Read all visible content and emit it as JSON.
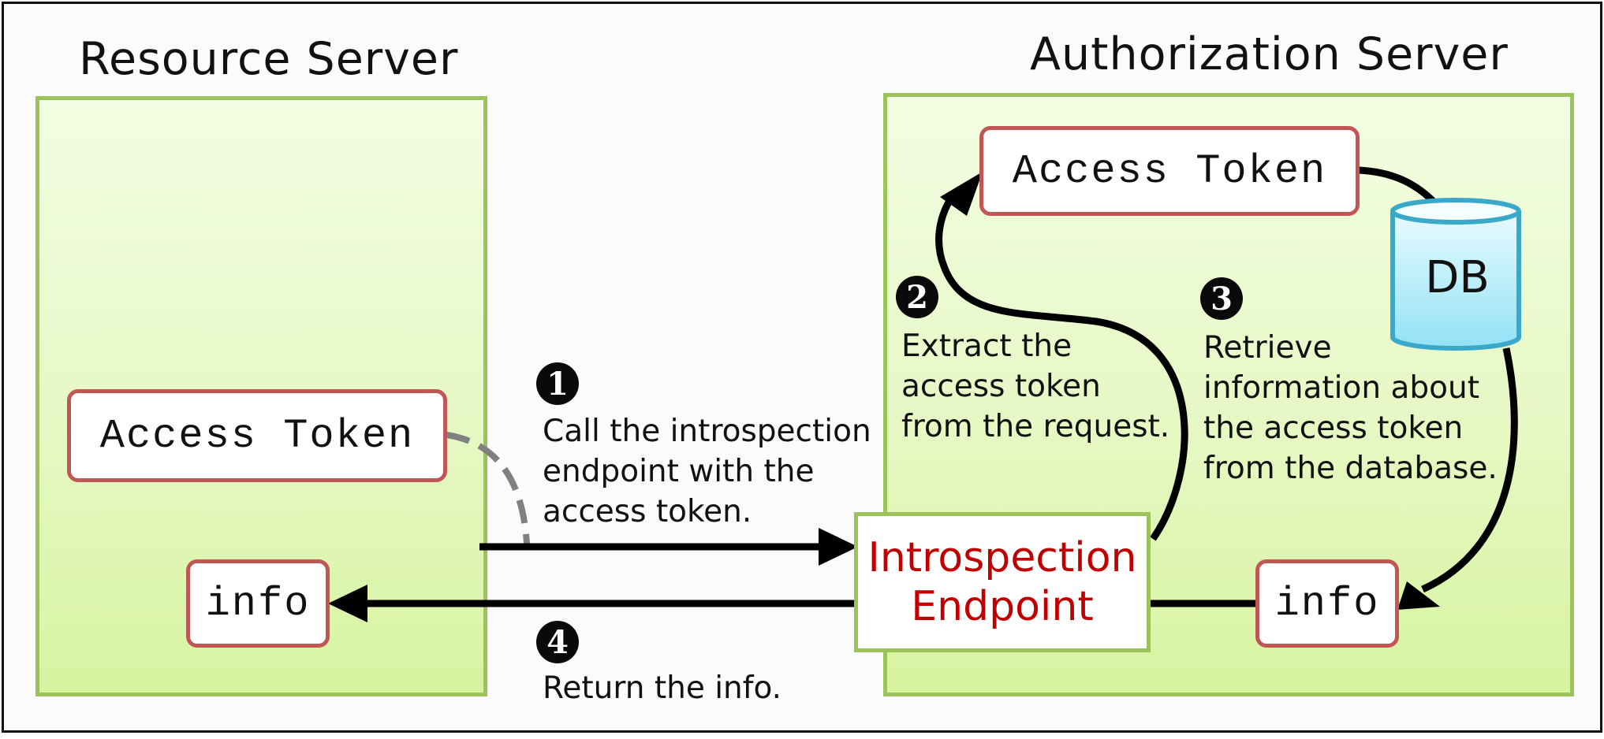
{
  "resource_server": {
    "title": "Resource Server",
    "access_token": "Access Token",
    "info": "info"
  },
  "authorization_server": {
    "title": "Authorization Server",
    "access_token": "Access Token",
    "db": "DB",
    "info": "info",
    "endpoint_line1": "Introspection",
    "endpoint_line2": "Endpoint"
  },
  "steps": [
    {
      "num": "1",
      "text": "Call the introspection\nendpoint with the\naccess token."
    },
    {
      "num": "2",
      "text": "Extract the\naccess token\nfrom the request."
    },
    {
      "num": "3",
      "text": "Retrieve\ninformation about\nthe access token\nfrom the database."
    },
    {
      "num": "4",
      "text": "Return the info."
    }
  ],
  "colors": {
    "server_border": "#9cc35a",
    "token_border": "#c05655",
    "endpoint_text": "#c00000",
    "db_fill": "#b9eefc",
    "db_border": "#3aa9c9"
  }
}
